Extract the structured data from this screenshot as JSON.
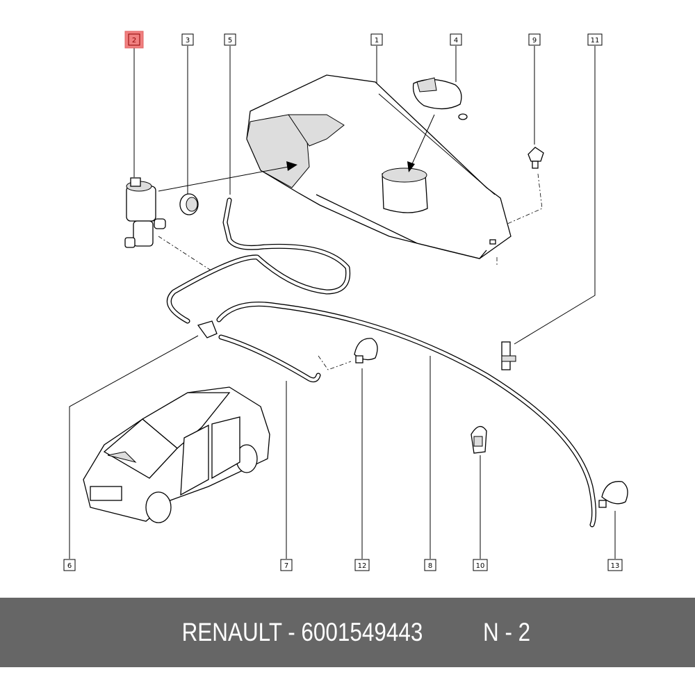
{
  "diagram": {
    "highlighted_callout": "2",
    "highlight_color": "#f08080",
    "callouts": {
      "c1": "1",
      "c2": "2",
      "c3": "3",
      "c4": "4",
      "c5": "5",
      "c6": "6",
      "c7": "7",
      "c8": "8",
      "c9": "9",
      "c10": "10",
      "c11": "11",
      "c12": "12",
      "c13": "13"
    }
  },
  "footer": {
    "brand_part": "RENAULT - 6001549443",
    "position": "N - 2",
    "background": "#666666"
  }
}
